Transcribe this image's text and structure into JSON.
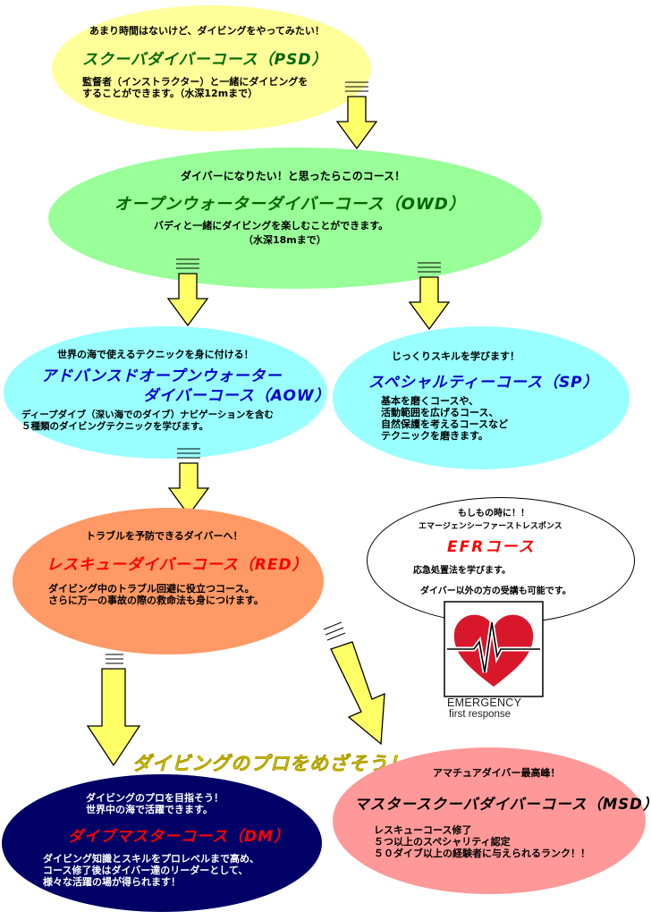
{
  "psd": {
    "sub": "あまり時間はないけど、ダイビングをやってみたい！",
    "title": "スクーバダイバーコース（PSD）",
    "body": "監督者（インストラクター）と一緒にダイビングを\nすることができます。（水深12mまで）",
    "fill": "#ffff99"
  },
  "owd": {
    "sub": "ダイバーになりたい！と思ったらこのコース！",
    "title": "オープンウォーターダイバーコース（OWD）",
    "body1": "バディと一緒にダイビングを楽しむことができます。",
    "body2": "（水深18mまで）",
    "fill": "#99ff99"
  },
  "aow": {
    "sub": "世界の海で使えるテクニックを身に付ける！",
    "title1": "アドバンスドオープンウォーター",
    "title2": "ダイバーコース（AOW）",
    "body": "ディープダイブ（深い海でのダイブ）ナビゲーションを含む\n５種類のダイビングテクニックを学びます。",
    "fill": "#99ffff"
  },
  "sp": {
    "sub": "じっくりスキルを学びます！",
    "title": "スペシャルティーコース（SP）",
    "body": "基本を磨くコースや、\n活動範囲を広げるコース、\n自然保護を考えるコースなど\nテクニックを磨きます。",
    "fill": "#99ffff"
  },
  "red": {
    "sub": "トラブルを予防できるダイバーへ！",
    "title": "レスキューダイバーコース（RED）",
    "body": "ダイビング中のトラブル回避に役立つコース。\nさらに万一の事故の際の救命法も身につけます。",
    "fill": "#ff9966"
  },
  "efr": {
    "sub1": "もしもの時に！！",
    "sub2": "エマージェンシーファーストレスポンス",
    "title": "EFRコース",
    "body1": "応急処置法を学びます。",
    "body2": "ダイバー以外の方の受講も可能です。",
    "logo_line1": "EMERGENCY",
    "logo_line2": "first response",
    "logo_color": "#d9172b"
  },
  "pro_banner": "ダイビングのプロをめざそう！",
  "dm": {
    "sub": "ダイビングのプロを目指そう！\n世界中の海で活躍できます。",
    "title": "ダイブマスターコース（DM）",
    "body": "ダイビング知識とスキルをプロレベルまで高め、\nコース修了後はダイバー達のリーダーとして、\n様々な活躍の場が得られます！",
    "fill": "#000066"
  },
  "msd": {
    "sub": "アマチュアダイバー最高峰！",
    "title": "マスタースクーバダイバーコース（MSD）",
    "body": "レスキューコース修了\n５つ以上のスペシャリティ認定\n５０ダイブ以上の経験者に与えられるランク！！",
    "fill": "#ff9999"
  },
  "colors": {
    "arrow_fill": "#ffff66",
    "title_green": "#006600",
    "title_blue": "#0000cc",
    "title_red": "#ff0000",
    "banner_yellow": "#ffff00"
  }
}
